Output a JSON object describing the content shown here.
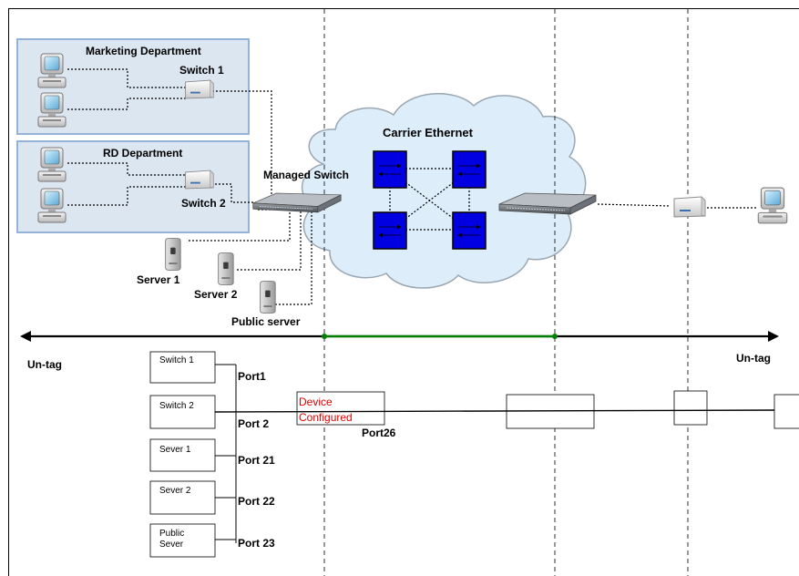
{
  "departments": {
    "marketing": "Marketing Department",
    "rd": "RD Department"
  },
  "switches": {
    "switch1": "Switch 1",
    "switch2": "Switch 2",
    "managed": "Managed Switch"
  },
  "cloud": {
    "title": "Carrier Ethernet"
  },
  "servers": {
    "server1": "Server 1",
    "server2": "Server 2",
    "public": "Public server"
  },
  "tags": {
    "left": "Un-tag",
    "right": "Un-tag"
  },
  "port_table": {
    "boxes": [
      "Switch 1",
      "Switch 2",
      "Sever 1",
      "Sever 2",
      "Public Sever"
    ],
    "ports": [
      "Port1",
      "Port 2",
      "Port 21",
      "Port 22",
      "Port 23"
    ],
    "device_label_line1": "Device",
    "device_label_line2": "Configured",
    "port26": "Port26"
  },
  "colors": {
    "dept_fill": "#dce6f1",
    "dept_border": "#95b3d7",
    "cloud_fill": "#ddeefa",
    "qos_box": "#0000e0",
    "green_segment": "#008000",
    "red_text": "#e00000"
  }
}
